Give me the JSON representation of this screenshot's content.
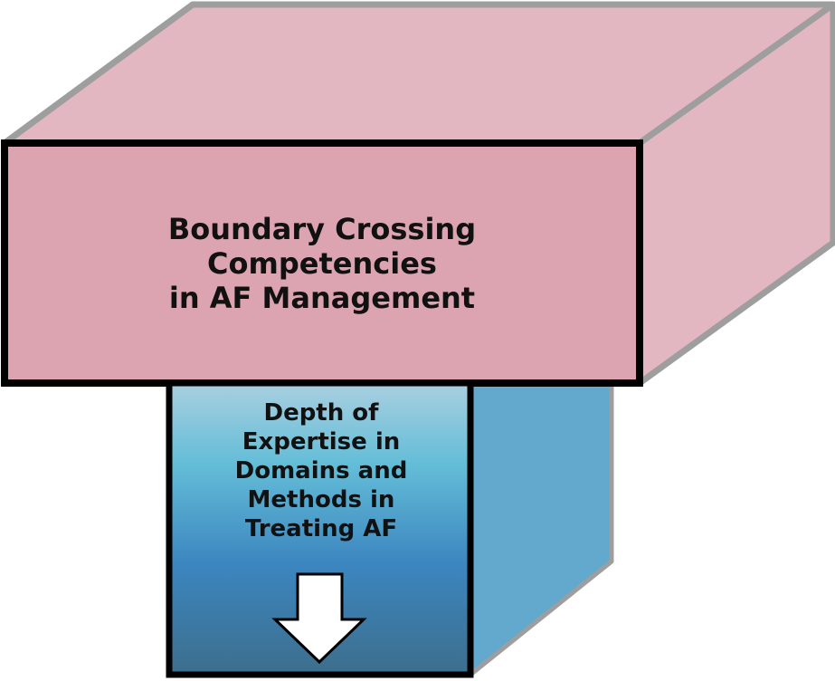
{
  "diagram": {
    "top_box": {
      "lines": [
        "Boundary Crossing",
        "Competencies",
        "in AF Management"
      ],
      "front_color": "#dca4b0",
      "side_color": "#e3b7c1"
    },
    "bottom_box": {
      "lines": [
        "Depth of",
        "Expertise in",
        "Domains and",
        "Methods in",
        "Treating AF"
      ],
      "gradient_top": "#a9cfe0",
      "gradient_mid": "#63bdd7",
      "gradient_lower": "#3c86c0",
      "gradient_bottom": "#3d6e8c",
      "side_color": "#62a9cd"
    },
    "arrow_icon": "down-arrow-icon",
    "edge_color": "#9e9e9e",
    "outline_color": "#000000"
  }
}
